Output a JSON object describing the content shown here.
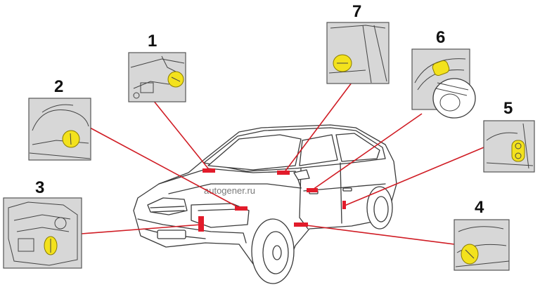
{
  "watermark": "autogener.ru",
  "callouts": [
    {
      "number": "1"
    },
    {
      "number": "2"
    },
    {
      "number": "3"
    },
    {
      "number": "4"
    },
    {
      "number": "5"
    },
    {
      "number": "6"
    },
    {
      "number": "7"
    }
  ],
  "colors": {
    "leader_line": "#d01c24",
    "marker": "#e21c2b",
    "highlight": "#f3e21d",
    "inset_background": "#d7d7d7"
  }
}
